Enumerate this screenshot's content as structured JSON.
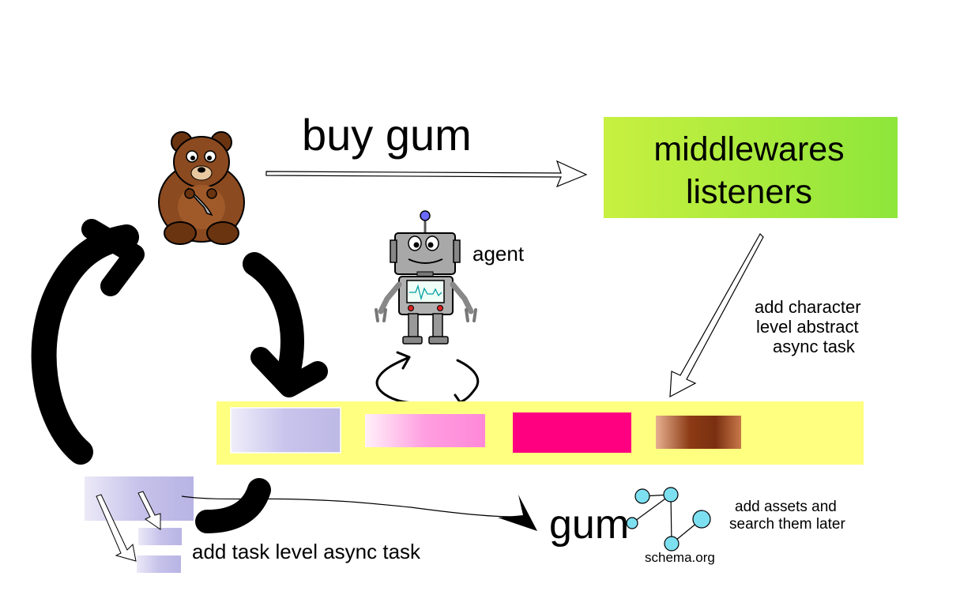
{
  "labels": {
    "action": "buy gum",
    "middleware_line1": "middlewares",
    "middleware_line2": "listeners",
    "agent": "agent",
    "character_task_line1": "add character",
    "character_task_line2": "level abstract",
    "character_task_line3": "async task",
    "gum": "gum",
    "assets_line1": "add assets and",
    "assets_line2": "search them later",
    "schema": "schema.org",
    "task_level": "add task level async task"
  },
  "colors": {
    "middleware_gradient_start": "#c8f040",
    "middleware_gradient_end": "#8ee63a",
    "queue_background": "#ffff80",
    "queue_task_1": "#c0bde8",
    "queue_task_2": "#ff88d8",
    "queue_task_3": "#ff0080",
    "queue_task_4": "#a0522d",
    "graph_node": "#7de0f0",
    "bear": "#8b4a20",
    "robot": "#a0a0a0"
  },
  "icons": {
    "user": "bear-icon",
    "agent": "robot-icon"
  }
}
